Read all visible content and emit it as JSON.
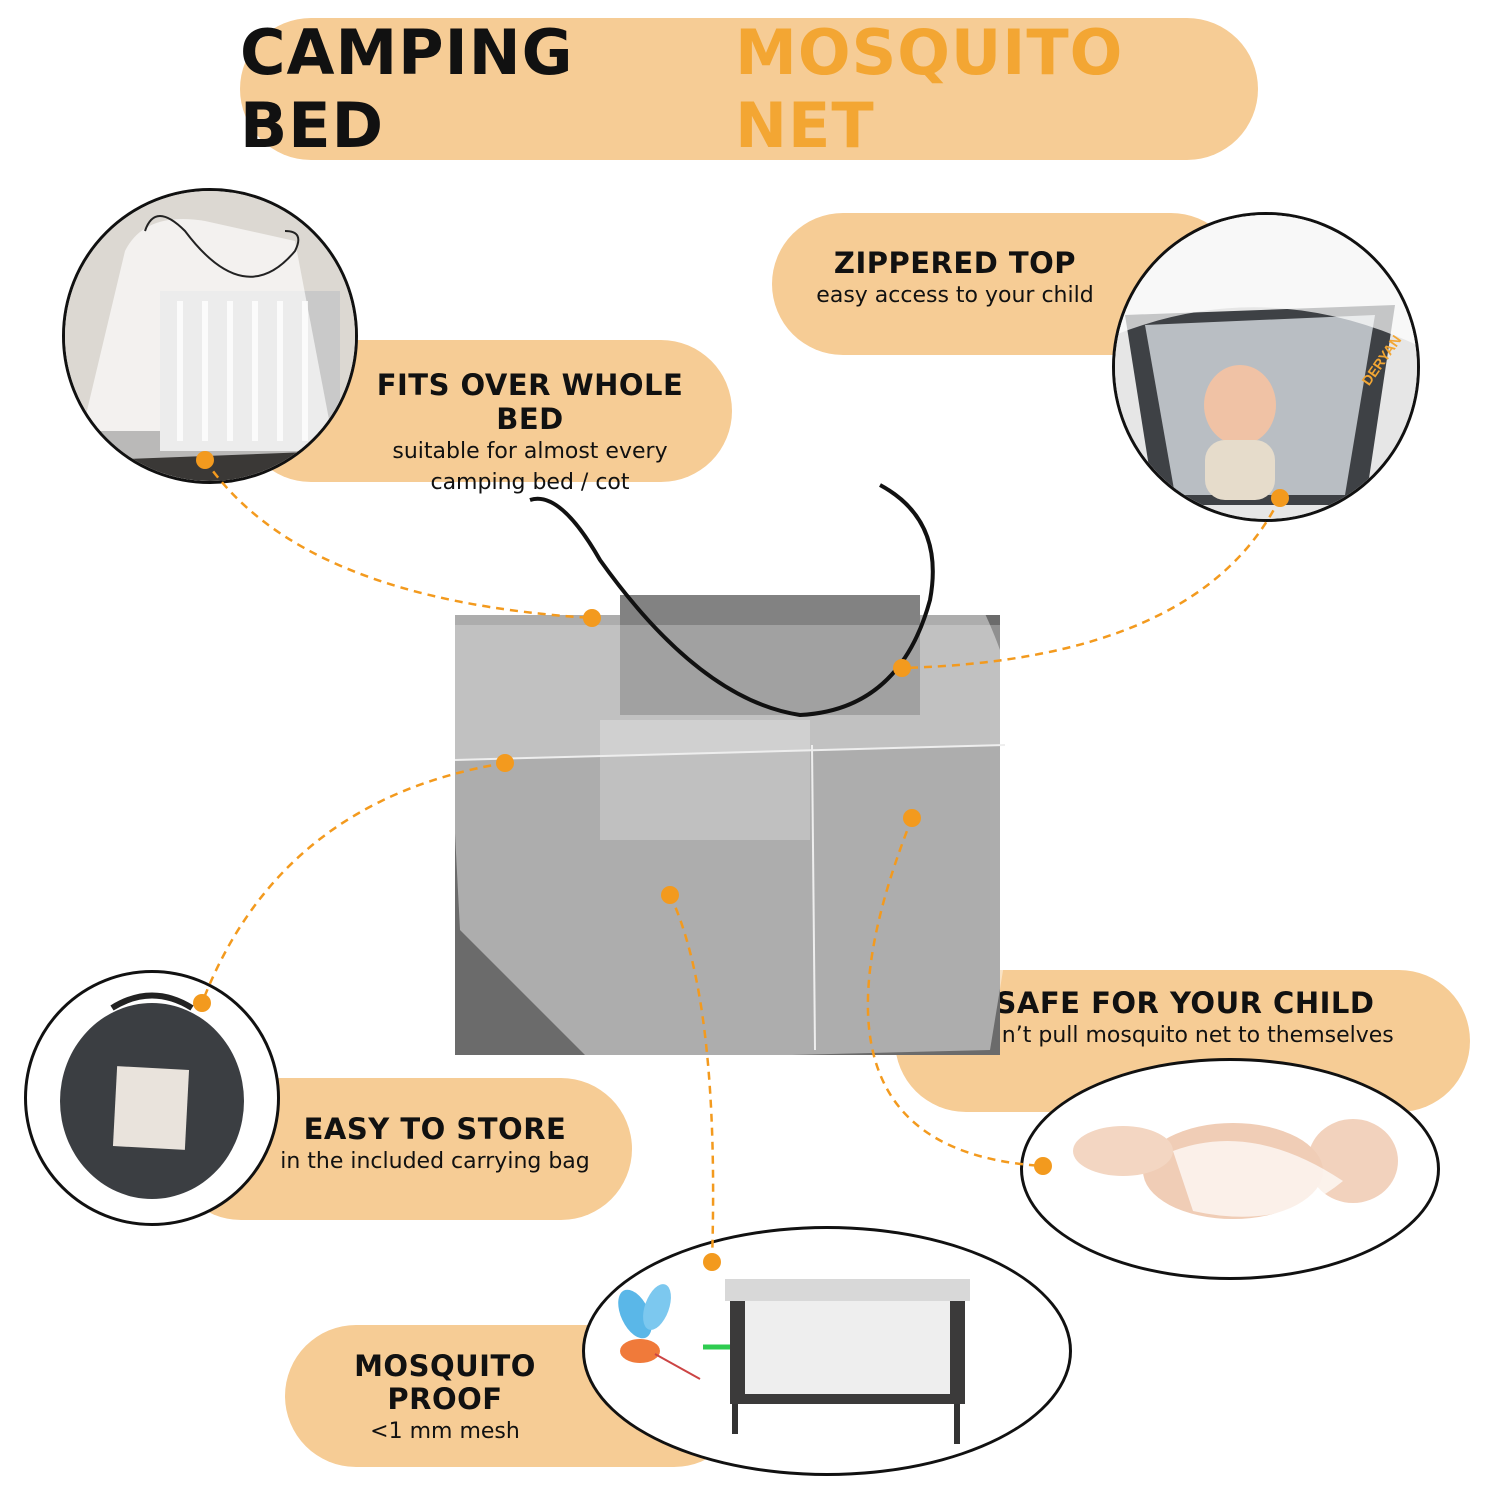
{
  "title": {
    "part1": "CAMPING BED",
    "part2": "MOSQUITO NET"
  },
  "features": [
    {
      "heading": "FITS OVER WHOLE BED",
      "lines": [
        "suitable for almost every",
        "camping bed / cot"
      ]
    },
    {
      "heading": "ZIPPERED TOP",
      "lines": [
        "easy access to your child"
      ]
    },
    {
      "heading": "EASY TO STORE",
      "lines": [
        "in the included carrying bag"
      ]
    },
    {
      "heading_lines": [
        "MOSQUITO",
        "PROOF"
      ],
      "lines": [
        "<1 mm mesh"
      ]
    },
    {
      "heading": "SAFE FOR YOUR CHILD",
      "lines": [
        "can’t pull mosquito net to themselves"
      ]
    }
  ],
  "brand": "DERYAN",
  "colors": {
    "pill": "#f6cc95",
    "accent": "#f3a633",
    "dot": "#f39a1e"
  }
}
